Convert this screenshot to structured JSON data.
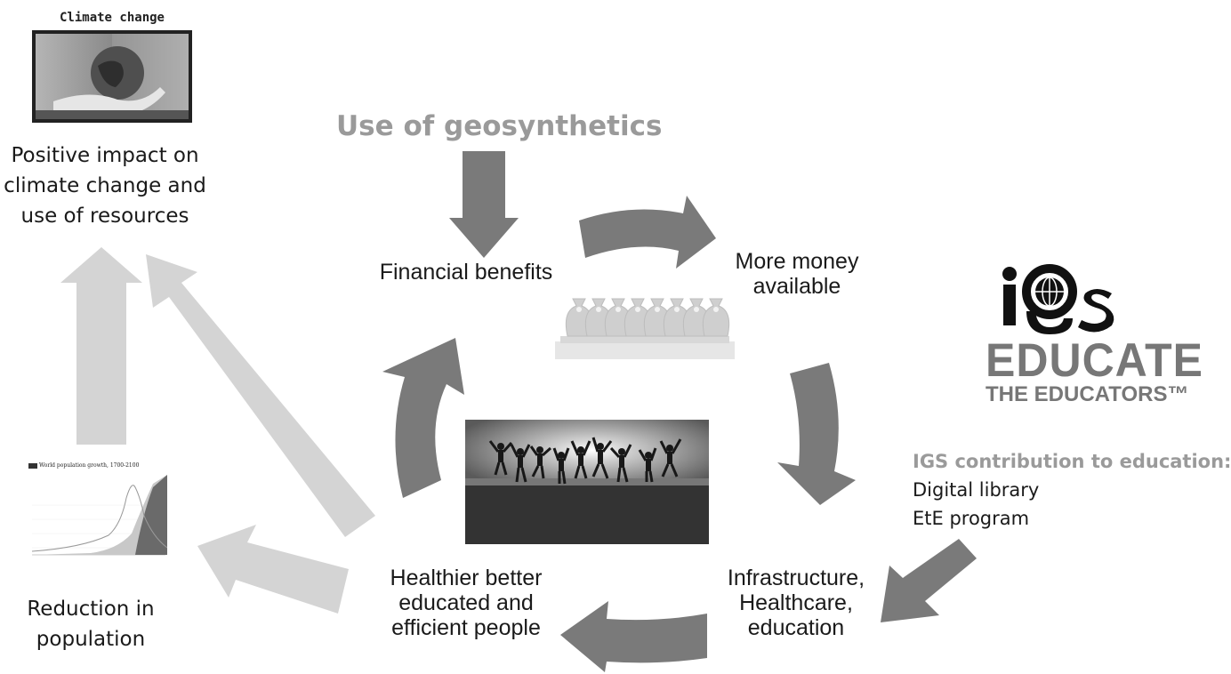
{
  "title": "Use of geosynthetics",
  "nodes": {
    "financial": "Financial benefits",
    "money": [
      "More money",
      "available"
    ],
    "infra": [
      "Infrastructure,",
      "Healthcare,",
      "education"
    ],
    "people": [
      "Healthier better",
      "educated and",
      "efficient people"
    ],
    "population": [
      "Reduction in",
      "population"
    ],
    "climate": [
      "Positive impact on",
      "climate change and",
      "use of resources"
    ]
  },
  "climate_image_caption": "Climate change",
  "population_chart_title": "World population growth, 1700-2100",
  "igs": {
    "logo_letters": "iGS",
    "logo_line1": "EDUCATE",
    "logo_line2": "THE EDUCATORS™",
    "contribution_heading": "IGS contribution to education:",
    "contribution_items": [
      "Digital library",
      "EtE program"
    ]
  },
  "colors": {
    "dark_arrow": "#7a7a7a",
    "light_arrow": "#d4d4d4",
    "title_gray": "#9a9a9a"
  }
}
